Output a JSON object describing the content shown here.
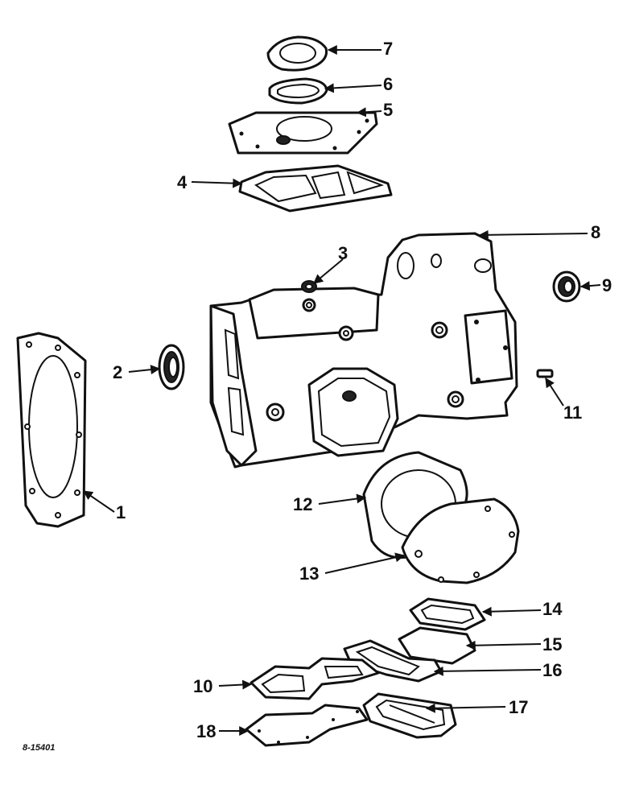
{
  "figure": {
    "reference_number": "8-15401"
  },
  "callouts": [
    {
      "id": "1",
      "label": "1"
    },
    {
      "id": "2",
      "label": "2"
    },
    {
      "id": "3",
      "label": "3"
    },
    {
      "id": "4",
      "label": "4"
    },
    {
      "id": "5",
      "label": "5"
    },
    {
      "id": "6",
      "label": "6"
    },
    {
      "id": "7",
      "label": "7"
    },
    {
      "id": "8",
      "label": "8"
    },
    {
      "id": "9",
      "label": "9"
    },
    {
      "id": "10",
      "label": "10"
    },
    {
      "id": "11",
      "label": "11"
    },
    {
      "id": "12",
      "label": "12"
    },
    {
      "id": "13",
      "label": "13"
    },
    {
      "id": "14",
      "label": "14"
    },
    {
      "id": "15",
      "label": "15"
    },
    {
      "id": "16",
      "label": "16"
    },
    {
      "id": "17",
      "label": "17"
    },
    {
      "id": "18",
      "label": "18"
    }
  ]
}
